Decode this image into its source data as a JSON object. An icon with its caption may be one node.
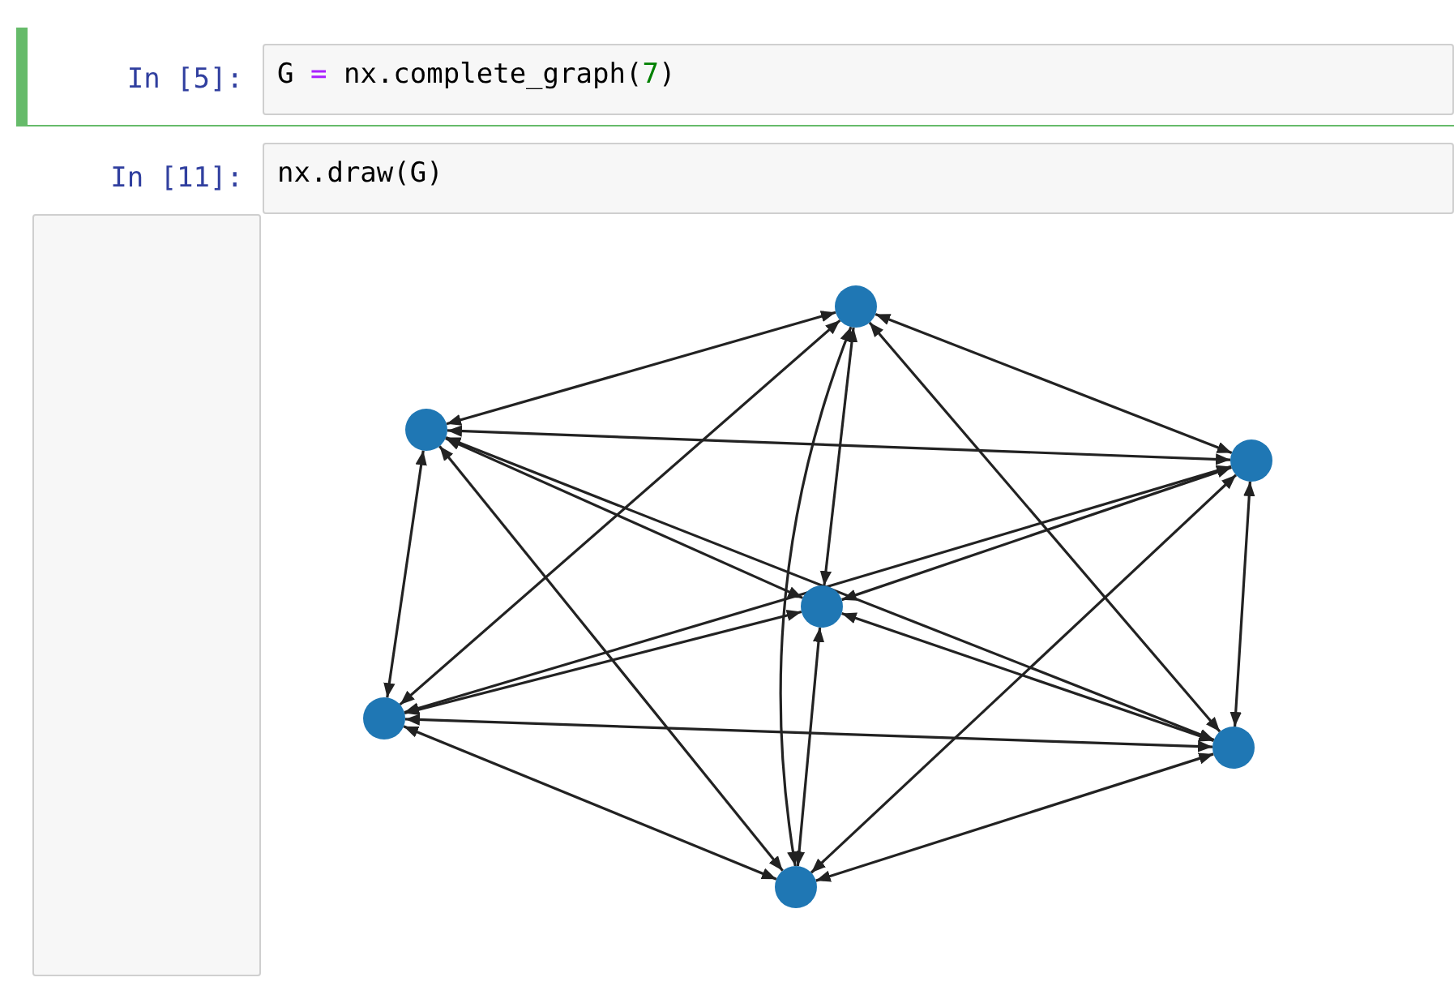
{
  "diagram": {
    "nodes": [
      {
        "text": [],
        "shape": "circle"
      },
      {
        "text": [],
        "shape": "circle"
      },
      {
        "text": [],
        "shape": "circle"
      },
      {
        "text": [],
        "shape": "circle"
      },
      {
        "text": [],
        "shape": "circle"
      },
      {
        "text": [],
        "shape": "circle"
      },
      {
        "text": [],
        "shape": "circle"
      },
      {
        "text": [],
        "shape": "box"
      }
    ],
    "edges": [
      {
        "from": 0,
        "to": 1,
        "arrow": "both"
      },
      {
        "from": 0,
        "to": 2,
        "arrow": "both"
      },
      {
        "from": 0,
        "to": 3,
        "arrow": "both"
      },
      {
        "from": 0,
        "to": 4,
        "arrow": "both"
      },
      {
        "from": 0,
        "to": 5,
        "arrow": "both"
      },
      {
        "from": 0,
        "to": 6,
        "arrow": "both"
      },
      {
        "from": 1,
        "to": 2,
        "arrow": "both"
      },
      {
        "from": 1,
        "to": 3,
        "arrow": "both"
      },
      {
        "from": 1,
        "to": 4,
        "arrow": "both"
      },
      {
        "from": 1,
        "to": 5,
        "arrow": "both"
      },
      {
        "from": 1,
        "to": 6,
        "arrow": "both"
      },
      {
        "from": 2,
        "to": 3,
        "arrow": "both"
      },
      {
        "from": 2,
        "to": 4,
        "arrow": "both"
      },
      {
        "from": 2,
        "to": 5,
        "arrow": "both"
      },
      {
        "from": 2,
        "to": 6,
        "arrow": "both"
      },
      {
        "from": 3,
        "to": 4,
        "arrow": "both"
      },
      {
        "from": 3,
        "to": 5,
        "arrow": "both"
      },
      {
        "from": 3,
        "to": 6,
        "arrow": "both"
      },
      {
        "from": 4,
        "to": 5,
        "arrow": "both"
      },
      {
        "from": 4,
        "to": 6,
        "arrow": "both"
      },
      {
        "from": 5,
        "to": 6,
        "arrow": "both"
      }
    ],
    "labels": [
      "In [5]:",
      "G = nx.complete_graph(7)",
      "In [11]:",
      "nx.draw(G)"
    ]
  }
}
